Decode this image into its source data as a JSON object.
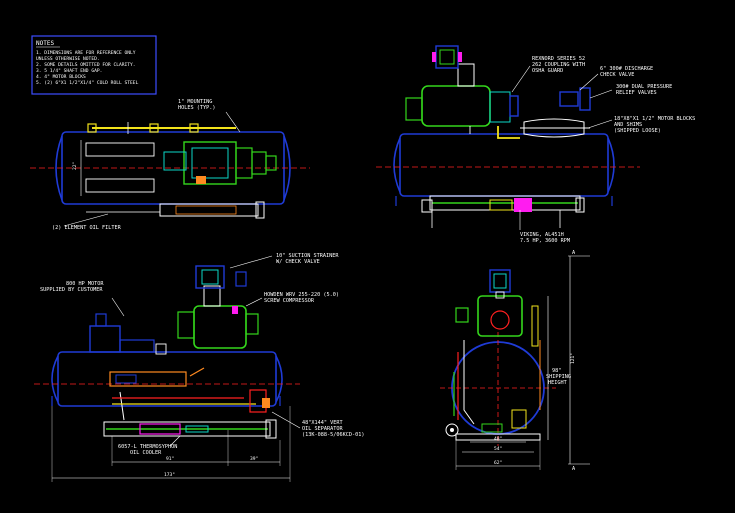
{
  "notes": {
    "title": "NOTES",
    "lines": [
      "1. DIMENSIONS ARE FOR REFERENCE ONLY",
      "   UNLESS OTHERWISE NOTED.",
      "2. SOME DETAILS OMITTED FOR CLARITY.",
      "3. 5 1/4\" SHAFT END GAP.",
      "4. 4\" MOTOR BLOCKS",
      "5. (2) 6\"X1 1/2\"X1/4\" COLD ROLL STEEL"
    ]
  },
  "labels": {
    "mounting_holes": "1\" MOUNTING\nHOLES (TYP.)",
    "element_oil_filter": "(2) ELEMENT OIL FILTER",
    "rexnord": "REXNORD SERIES 52\n262 COUPLING WITH\nOSHA GUARD",
    "discharge_check": "6\" 300# DISCHARGE\nCHECK VALVE",
    "relief_valves": "300# DUAL PRESSURE\nRELIEF VALVES",
    "motor_blocks": "18\"X8\"X1 1/2\" MOTOR BLOCKS\nAND SHIMS\n(SHIPPED LOOSE)",
    "viking": "VIKING, AL451H\n7.5 HP, 3600 RPM",
    "suction_strainer": "10\" SUCTION STRAINER\nW/ CHECK VALVE",
    "howden": "HOWDEN WRV 255-220 (5.0)\nSCREW COMPRESSOR",
    "motor_supplied": "800 HP MOTOR\nSUPPLIED BY CUSTOMER",
    "separator": "48\"X144\" VERT\nOIL SEPARATOR\n(13K-088-5/06KCD-01)",
    "thermosyphon": "6057-L THERMOSYPHON\nOIL COOLER",
    "shipping_height": "98\"\nSHIPPING\nHEIGHT",
    "section_a": "A"
  },
  "dimensions": {
    "d91": "91\"",
    "d39": "39\"",
    "d173": "173\"",
    "d48": "48\"",
    "d54": "54\"",
    "d62": "62\"",
    "d121": "121\"",
    "d22": "22\""
  },
  "colors": {
    "background": "#000000",
    "vessel": "#1f3bd6",
    "motor": "#34d61c",
    "compressor": "#0bd7c8",
    "pipe_yellow": "#f2e31b",
    "magenta": "#ff1cf0",
    "red_center": "#ff2020",
    "orange": "#ff8a20",
    "notes_border": "#3d4cff"
  }
}
